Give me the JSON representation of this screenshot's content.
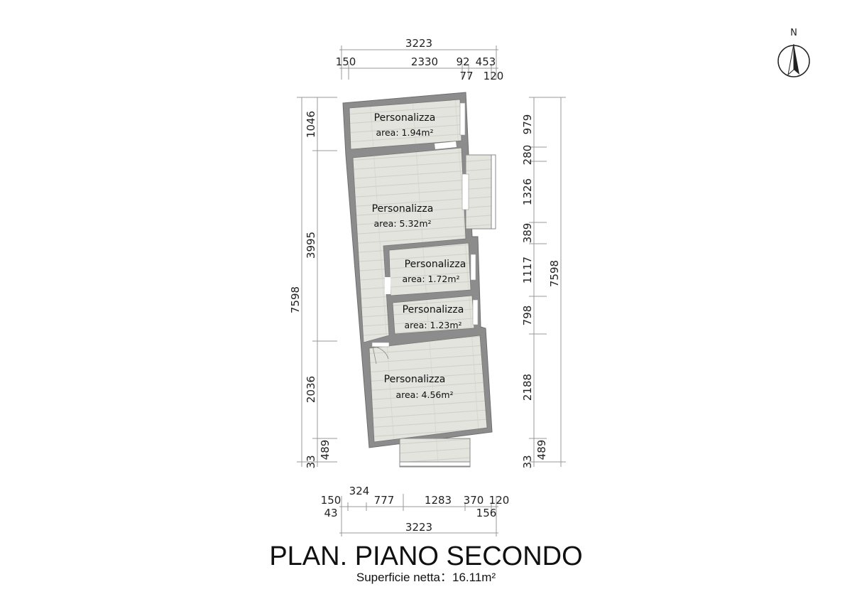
{
  "north_label": "N",
  "title": "PLAN. PIANO SECONDO",
  "subtitle": "Superficie netta：16.11m²",
  "rooms": [
    {
      "name": "Personalizza",
      "area": "area: 1.94m²"
    },
    {
      "name": "Personalizza",
      "area": "area: 5.32m²"
    },
    {
      "name": "Personalizza",
      "area": "area: 1.72m²"
    },
    {
      "name": "Personalizza",
      "area": "area: 1.23m²"
    },
    {
      "name": "Personalizza",
      "area": "area: 4.56m²"
    }
  ],
  "dims": {
    "top_total": "3223",
    "top": [
      "150",
      "2330",
      "92",
      "453"
    ],
    "top_sub": [
      "77",
      "120"
    ],
    "left_total": "7598",
    "left": [
      "1046",
      "3995",
      "2036",
      "489",
      "33"
    ],
    "right_total": "7598",
    "right": [
      "979",
      "280",
      "1326",
      "389",
      "1117",
      "798",
      "2188",
      "489",
      "33"
    ],
    "bottom": [
      "150",
      "324",
      "777",
      "1283",
      "370",
      "120"
    ],
    "bottom_sub": [
      "43",
      "156"
    ],
    "bottom_total": "3223"
  }
}
